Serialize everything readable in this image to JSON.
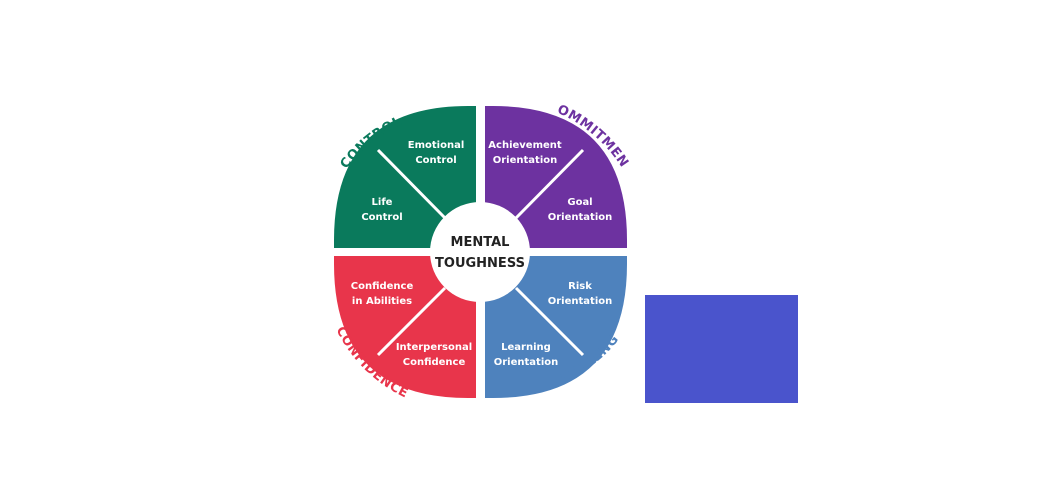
{
  "center": {
    "line1": "MENTAL",
    "line2": "TOUGHNESS"
  },
  "quadrants": [
    {
      "key": "control",
      "title": "CONTROL",
      "color": "#0a7a5c",
      "items": [
        {
          "line1": "Emotional",
          "line2": "Control"
        },
        {
          "line1": "Life",
          "line2": "Control"
        }
      ]
    },
    {
      "key": "commitment",
      "title": "COMMITMENT",
      "color": "#6d32a0",
      "items": [
        {
          "line1": "Achievement",
          "line2": "Orientation"
        },
        {
          "line1": "Goal",
          "line2": "Orientation"
        }
      ]
    },
    {
      "key": "challenge",
      "title": "CHALLENGE",
      "color": "#4e82bd",
      "items": [
        {
          "line1": "Risk",
          "line2": "Orientation"
        },
        {
          "line1": "Learning",
          "line2": "Orientation"
        }
      ]
    },
    {
      "key": "confidence",
      "title": "CONFIDENCE",
      "color": "#e8354b",
      "items": [
        {
          "line1": "Confidence",
          "line2": "in Abilities"
        },
        {
          "line1": "Interpersonal",
          "line2": "Confidence"
        }
      ]
    }
  ],
  "decoration": {
    "panel_color": "#4a54cc"
  }
}
